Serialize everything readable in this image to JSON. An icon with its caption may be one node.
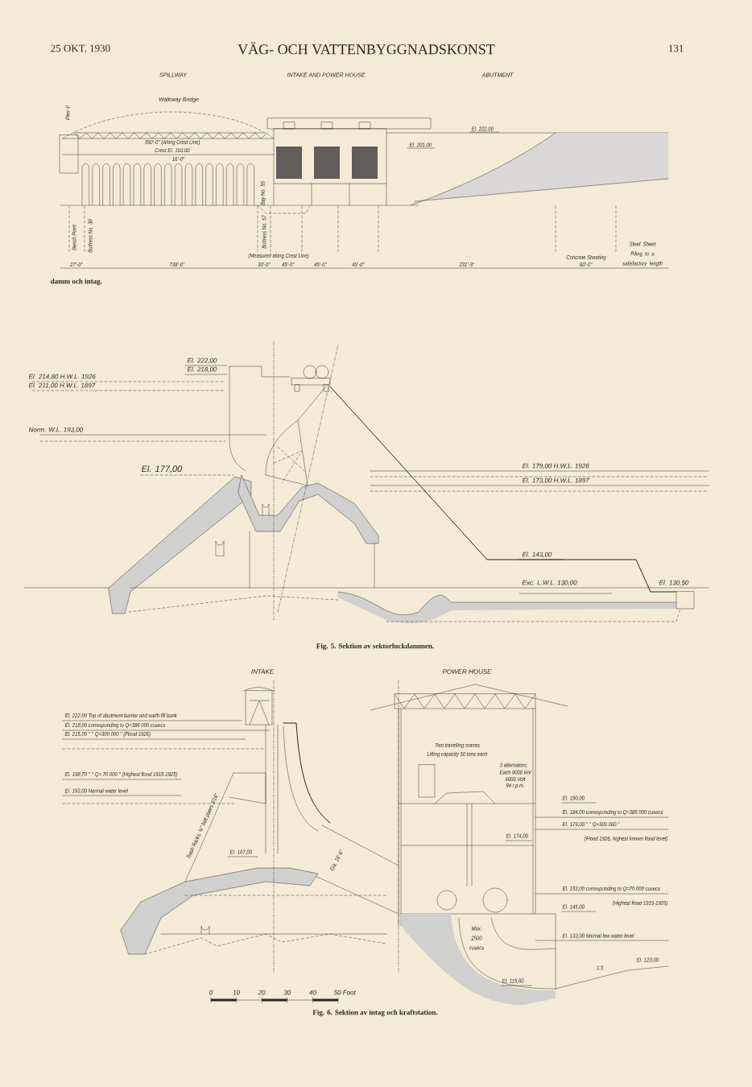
{
  "diagram": {
    "labels": [
      "25 OKT. 1930",
      "VÄG- OCH VATTENBYGGNADSKONST",
      "131",
      "SPILLWAY",
      "INTAKE AND POWER HOUSE",
      "ABUTMENT",
      "Walkway Bridge",
      "Pier II",
      "350'-0\" (Along Crest Line)",
      "Crest El. 193.00",
      "El. 222.00",
      "El. 201.00",
      "16'-0\"",
      "Bay No. 55",
      "Bench Point",
      "Buttress No. 30",
      "Buttress No. 57",
      "(Measured along Crest Line)",
      "27'-0\"",
      "738'-0\"",
      "30'-0\"",
      "45'-0\"",
      "45'-0\"",
      "45'-0\"",
      "231'-3\"",
      "Concrete Sheeting",
      "60'-0\"",
      "Steel Sheet Piling to a satisfactory length",
      "damm och intag.",
      "El. 222,00",
      "El. 218,00",
      "El. 214,80 H.W.L. 1926",
      "El. 211,00 H.W.L. 1897",
      "Norm. W.L. 193,00",
      "El. 177,00",
      "El. 179,00 H.W.L. 1926",
      "El. 173,00 H.W.L. 1897",
      "El. 143,00",
      "Exc. L.W.L. 130,00",
      "El. 130,50",
      "Fig. 5. Sektion av sektorluckdammen.",
      "INTAKE",
      "POWER HOUSE",
      "El. 222,00 Top of abutment barrier and earth fill bank",
      "El. 218,00 corresponding to Q=386 000 cusecs",
      "El. 215,00 \" \" Q=300 000 \" (Flood 1926)",
      "El. 198,70 \" \" Q= 70 000 \" (Highest flood 1915-1925)",
      "El. 193,00 Normal water level",
      "Trash Racks, ¼\" bolt plates 3/16\"",
      "El. 167,00",
      "Dia. 16'-6\"",
      "Two travelling cranes",
      "Lifting capacity 50 tons each",
      "3 alternators:",
      "Each 9000 kW",
      "6000 Volt",
      "94 r.p.m.",
      "El. 190,00",
      "El. 184,00 corresponding to Q=386 000 cusecs",
      "El. 179,00 \" \" Q=300 000 \"",
      "(Flood 1926, highest known flood level)",
      "El. 174,00",
      "El. 153,00 corresponding to Q=70 000 cusecs",
      "(Highest flood 1915-1925)",
      "El. 145,00",
      "Max. 2500 cusecs",
      "El. 133,00 Normal low water level",
      "El. 123,00",
      "1:3",
      "El. 115,00",
      "0",
      "10",
      "20",
      "30",
      "40",
      "50 Foot",
      "Fig. 6. Sektion av intag och kraftstation."
    ]
  }
}
